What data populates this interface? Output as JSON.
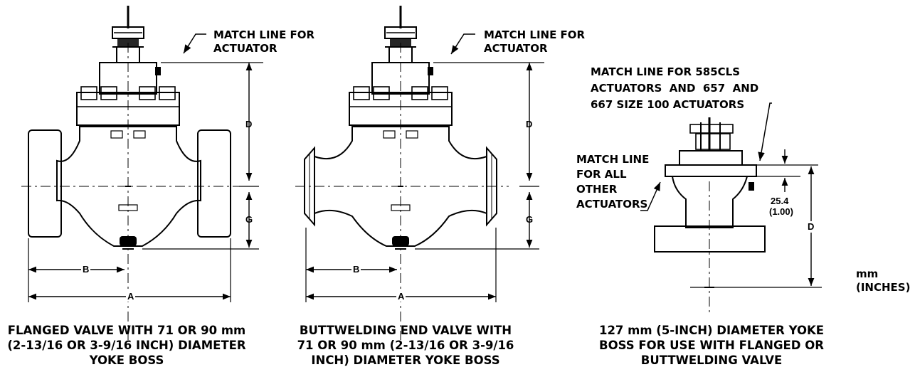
{
  "fig1": {
    "match_line": [
      "MATCH LINE FOR",
      "ACTUATOR"
    ],
    "dims": {
      "a": "A",
      "b": "B",
      "d": "D",
      "g": "G"
    },
    "caption": [
      "FLANGED VALVE WITH 71 OR 90 mm",
      "(2-13/16 OR 3-9/16 INCH) DIAMETER",
      "YOKE BOSS"
    ]
  },
  "fig2": {
    "match_line": [
      "MATCH LINE FOR",
      "ACTUATOR"
    ],
    "dims": {
      "a": "A",
      "b": "B",
      "d": "D",
      "g": "G"
    },
    "caption": [
      "BUTTWELDING END VALVE WITH",
      "71 OR 90 mm (2-13/16 OR 3-9/16",
      "INCH) DIAMETER YOKE BOSS"
    ]
  },
  "fig3": {
    "match_line_585": [
      "MATCH LINE FOR 585CLS",
      "ACTUATORS  AND  657  AND",
      "667 SIZE 100 ACTUATORS"
    ],
    "match_line_other": [
      "MATCH LINE",
      "FOR ALL",
      "OTHER",
      "ACTUATORS"
    ],
    "offset_mm": "25.4",
    "offset_in": "(1.00)",
    "dims": {
      "d": "D"
    },
    "caption": [
      "127 mm (5-INCH) DIAMETER YOKE",
      "BOSS FOR USE WITH FLANGED OR",
      "BUTTWELDING VALVE"
    ]
  },
  "units": [
    "mm",
    "(INCHES)"
  ]
}
